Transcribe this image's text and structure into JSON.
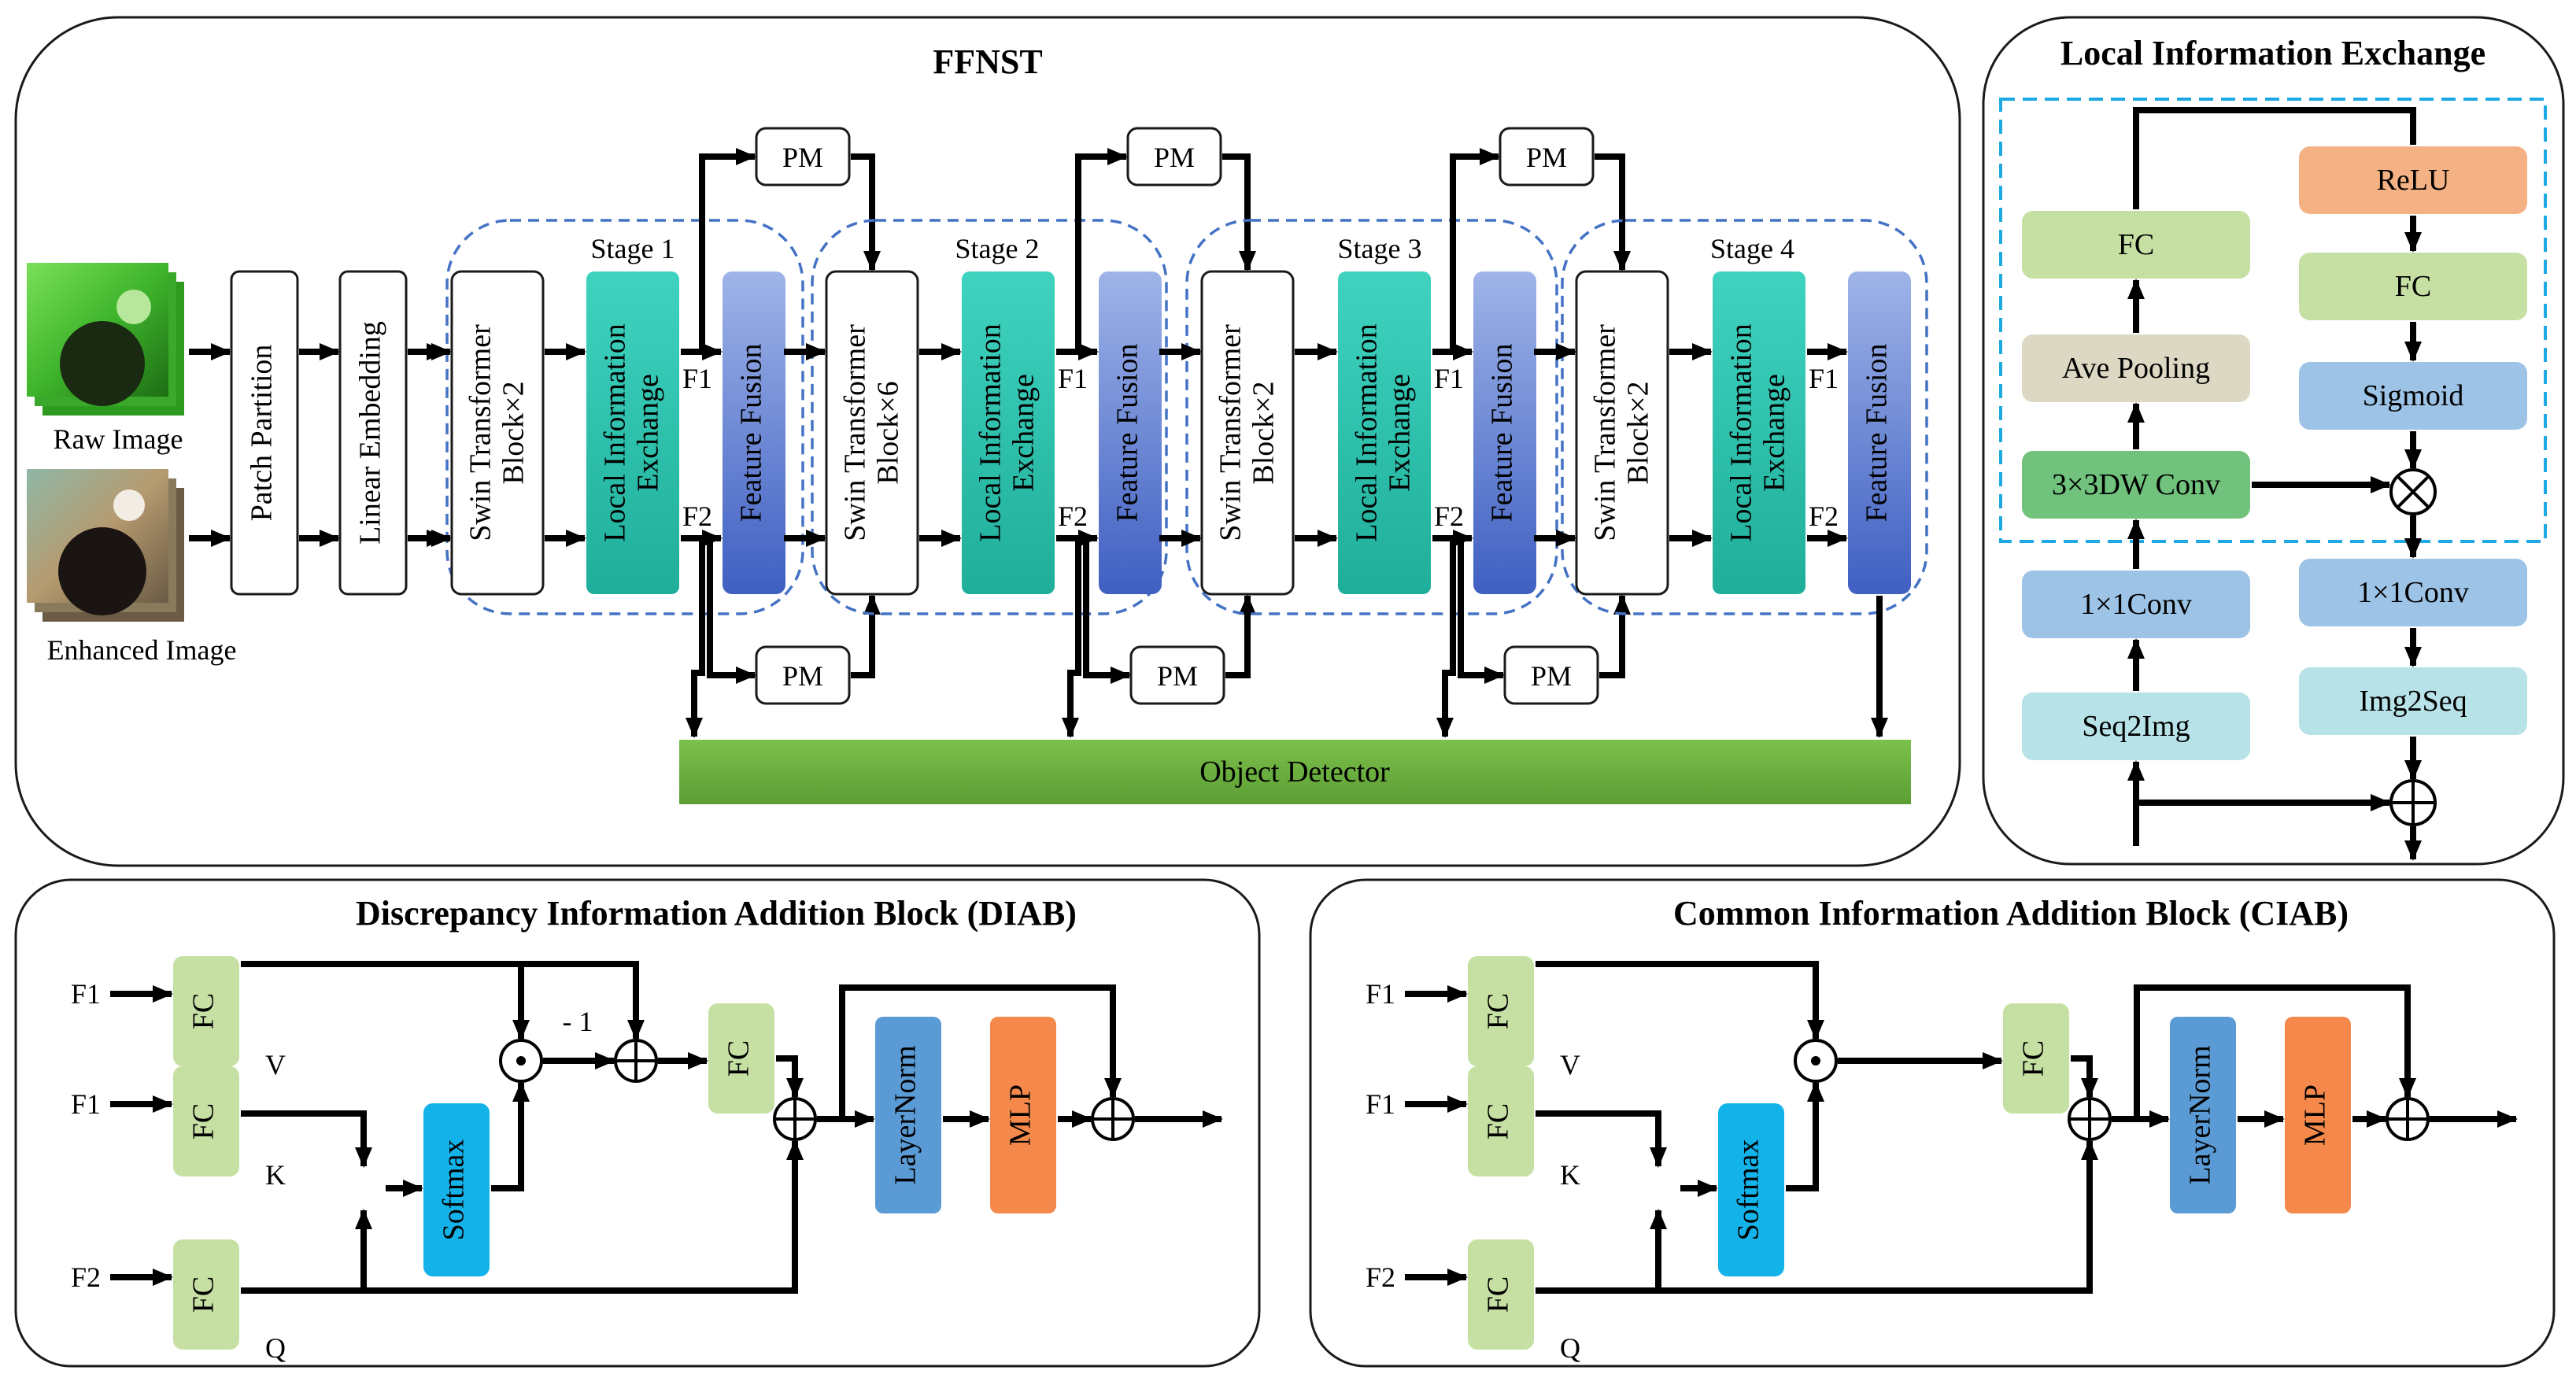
{
  "colors": {
    "teal": "#2ec4b0",
    "featureFusion": "#6f8ed8",
    "fcGreen": "#c6e0a4",
    "detector": "#70ad47",
    "softmax": "#13b3ea",
    "layernorm": "#5b9bd5",
    "mlp": "#f4894b",
    "relu": "#f4b183",
    "aveShade": "#dcd8c4",
    "dwConv": "#70c27d",
    "lightBlue": "#9dc3e6",
    "lightCyan": "#b7e2e8",
    "stageDash": "#4472c4",
    "lieDash": "#1ea8e4"
  },
  "ffnst": {
    "title": "FFNST",
    "input_raw": "Raw  Image",
    "input_enhanced": "Enhanced  Image",
    "patch_partition": "Patch Partition",
    "linear_embedding": "Linear Embedding",
    "stages": [
      {
        "name": "Stage 1",
        "swin": "Swin Transformer|Block×2"
      },
      {
        "name": "Stage 2",
        "swin": "Swin Transformer|Block×6"
      },
      {
        "name": "Stage 3",
        "swin": "Swin Transformer|Block×2"
      },
      {
        "name": "Stage 4",
        "swin": "Swin Transformer|Block×2"
      }
    ],
    "lie_block": "Local Information|Exchange",
    "feature_fusion": "Feature Fusion",
    "f1": "F1",
    "f2": "F2",
    "pm": "PM",
    "detector": "Object Detector"
  },
  "lie": {
    "title": "Local Information Exchange",
    "fc_left": "FC",
    "ave_pooling": "Ave Pooling",
    "dw_conv": "3×3DW Conv",
    "conv1_left": "1×1Conv",
    "seq2img": "Seq2Img",
    "relu": "ReLU",
    "fc_right": "FC",
    "sigmoid": "Sigmoid",
    "conv1_right": "1×1Conv",
    "img2seq": "Img2Seq"
  },
  "diab": {
    "title": "Discrepancy Information Addition Block (DIAB)",
    "inputs": [
      "F1",
      "F1",
      "F2"
    ],
    "fc": "FC",
    "v": "V",
    "k": "K",
    "q": "Q",
    "softmax": "Softmax",
    "minus_one": "- 1",
    "layernorm": "LayerNorm",
    "mlp": "MLP"
  },
  "ciab": {
    "title": "Common Information Addition Block (CIAB)",
    "inputs": [
      "F1",
      "F1",
      "F2"
    ],
    "fc": "FC",
    "v": "V",
    "k": "K",
    "q": "Q",
    "softmax": "Softmax",
    "layernorm": "LayerNorm",
    "mlp": "MLP"
  }
}
